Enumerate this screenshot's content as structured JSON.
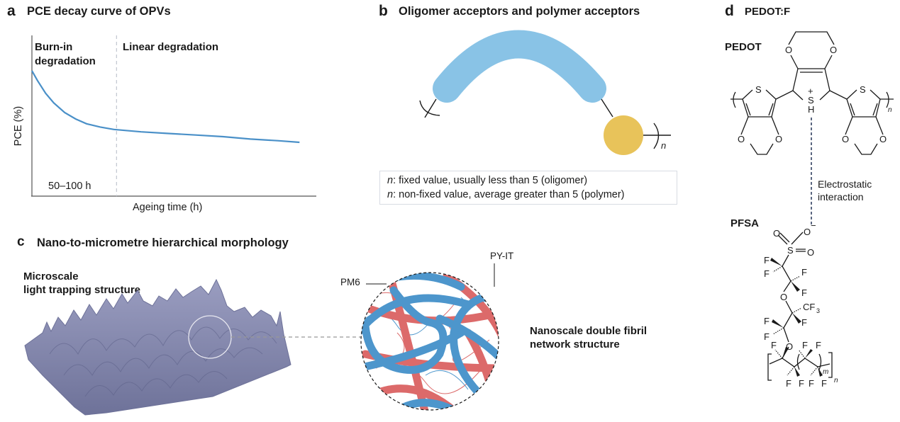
{
  "panels": {
    "a": {
      "letter": "a",
      "title": "PCE decay curve of OPVs",
      "chart_data": {
        "type": "line",
        "title": "PCE decay curve of OPVs",
        "xlabel": "Ageing time (h)",
        "ylabel": "PCE (%)",
        "x_units": "relative time (0–1)",
        "y_units": "relative PCE (0–1)",
        "xlim": [
          0,
          1
        ],
        "ylim": [
          0,
          1
        ],
        "grid": false,
        "series": [
          {
            "name": "PCE",
            "color": "#4a90c8",
            "x": [
              0.0,
              0.02,
              0.05,
              0.08,
              0.12,
              0.16,
              0.2,
              0.25,
              0.3,
              0.4,
              0.5,
              0.6,
              0.7,
              0.8,
              0.9,
              0.98
            ],
            "y": [
              0.78,
              0.72,
              0.64,
              0.58,
              0.52,
              0.48,
              0.45,
              0.43,
              0.415,
              0.4,
              0.39,
              0.38,
              0.37,
              0.355,
              0.345,
              0.335
            ]
          }
        ],
        "vline": {
          "x": 0.31,
          "style": "dashed",
          "color": "#c5cad3"
        },
        "annotations": [
          {
            "text": "Burn-in\ndegradation",
            "region": "left of divider"
          },
          {
            "text": "Linear degradation",
            "region": "right of divider"
          },
          {
            "text": "50–100 h",
            "region": "bottom of burn-in region"
          }
        ]
      },
      "burn_in_label_line1": "Burn-in",
      "burn_in_label_line2": "degradation",
      "linear_label": "Linear degradation",
      "duration_label": "50–100 h",
      "xlabel": "Ageing time (h)",
      "ylabel": "PCE (%)"
    },
    "b": {
      "letter": "b",
      "title": "Oligomer acceptors and polymer acceptors",
      "repeat_subscript": "n",
      "legend": [
        {
          "var": "n",
          "text": ": fixed value, usually less than 5 (oligomer)"
        },
        {
          "var": "n",
          "text": ": non-fixed value, average greater than 5 (polymer)"
        }
      ],
      "colors": {
        "backbone": "#89c3e6",
        "end_group": "#e8c35a"
      }
    },
    "c": {
      "letter": "c",
      "title": "Nano-to-micrometre hierarchical morphology",
      "micro_label_line1": "Microscale",
      "micro_label_line2": "light trapping structure",
      "nano_label_line1": "Nanoscale double fibril",
      "nano_label_line2": "network structure",
      "pm6_label": "PM6",
      "pyit_label": "PY-IT",
      "colors": {
        "surface": "#7c80a8",
        "pm6": "#dc6a6a",
        "pyit": "#4d96cc"
      }
    },
    "d": {
      "letter": "d",
      "title": "PEDOT:F",
      "pedot_label": "PEDOT",
      "pfsa_label": "PFSA",
      "interaction_line1": "Electrostatic",
      "interaction_line2": "interaction",
      "atoms": {
        "O": "O",
        "S": "S",
        "H": "H",
        "F": "F",
        "plus": "+",
        "minus": "−",
        "cf3": "CF",
        "cf3_sub": "3",
        "n": "n",
        "m": "m"
      }
    }
  }
}
